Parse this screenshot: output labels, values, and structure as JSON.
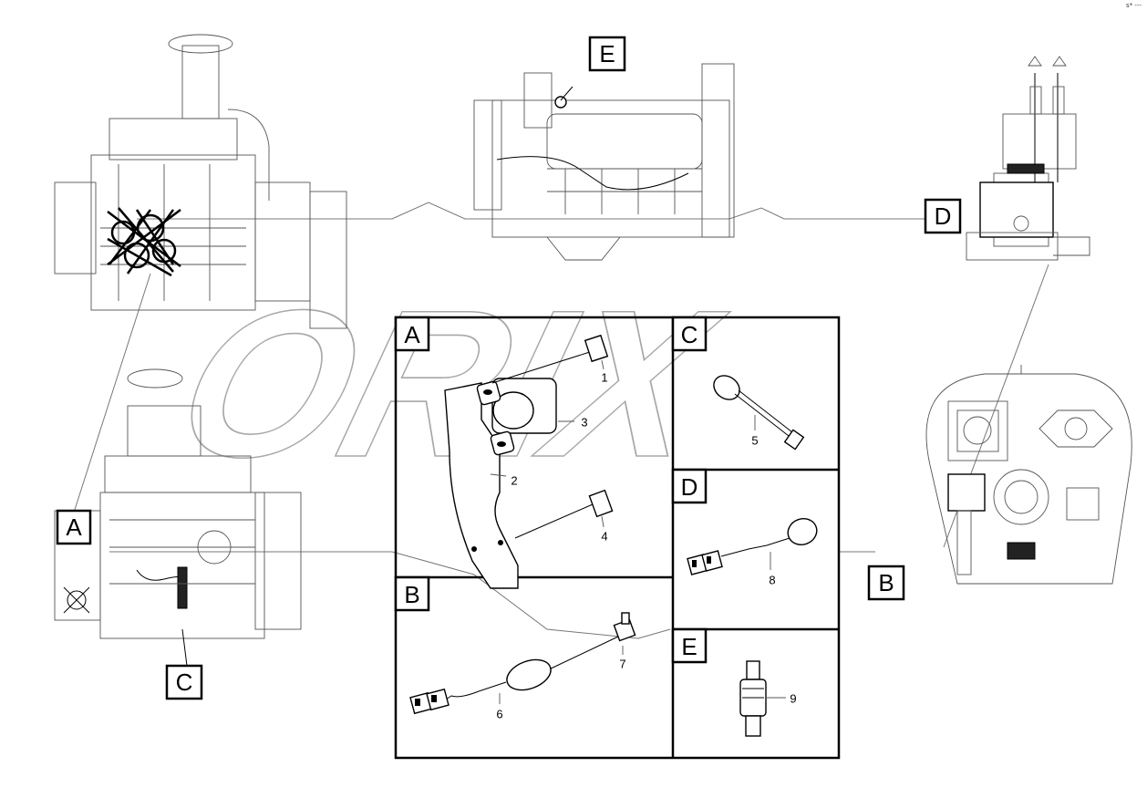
{
  "watermark": "ORIX",
  "corner_mark": "s* ---",
  "callouts": {
    "A": "A",
    "B": "B",
    "C": "C",
    "D": "D",
    "E": "E"
  },
  "panels": {
    "A": "A",
    "B": "B",
    "C": "C",
    "D": "D",
    "E": "E"
  },
  "parts": {
    "p1": "1",
    "p2": "2",
    "p3": "3",
    "p4": "4",
    "p5": "5",
    "p6": "6",
    "p7": "7",
    "p8": "8",
    "p9": "9"
  }
}
